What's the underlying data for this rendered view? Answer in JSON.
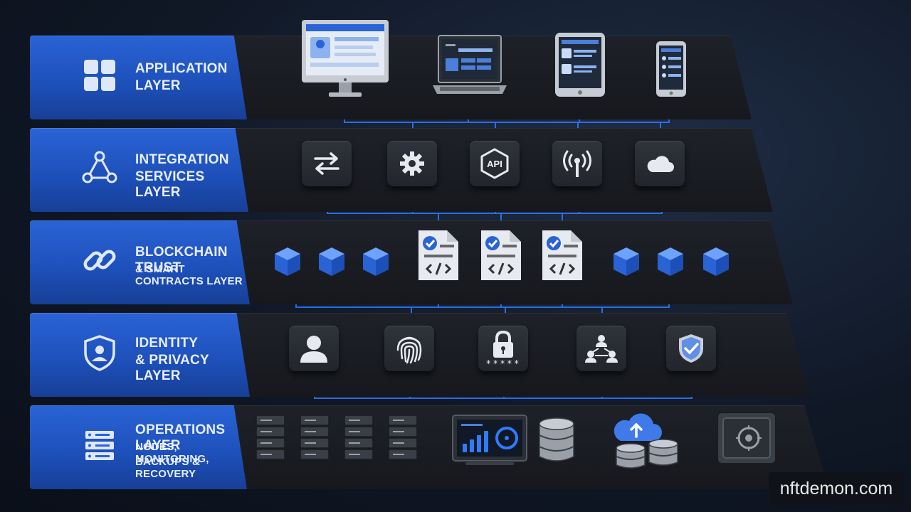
{
  "layers": [
    {
      "id": "application",
      "line1": "APPLICATION",
      "line2": "LAYER",
      "line3": ""
    },
    {
      "id": "integration",
      "line1": "INTEGRATION",
      "line2": "SERVICES LAYER",
      "line3": ""
    },
    {
      "id": "blockchain",
      "line1": "BLOCKCHAIN TRUST",
      "line2": "& SMART CONTRACTS LAYER",
      "line3": ""
    },
    {
      "id": "identity",
      "line1": "IDENTITY",
      "line2": "& PRIVACY LAYER",
      "line3": ""
    },
    {
      "id": "operations",
      "line1": "OPERATIONS LAYER",
      "line2": "NODES, MONITORING,",
      "line3": "BACKUPS & RECOVERY"
    }
  ],
  "api_label": "API",
  "password_mask": "*****",
  "watermark": "nftdemon.com",
  "colors": {
    "accent": "#2a63d6",
    "connector": "#2f7bff",
    "slab": "#1b1e24"
  },
  "icons": {
    "application": [
      "grid-icon",
      "desktop-monitor-icon",
      "laptop-icon",
      "tablet-icon",
      "smartphone-icon"
    ],
    "integration": [
      "network-nodes-icon",
      "transfer-arrows-icon",
      "gear-icon",
      "api-icon",
      "antenna-icon",
      "cloud-icon"
    ],
    "blockchain": [
      "chain-link-icon",
      "block-cube-icon",
      "smart-contract-icon"
    ],
    "identity": [
      "shield-user-icon",
      "user-icon",
      "fingerprint-icon",
      "lock-icon",
      "user-network-icon",
      "shield-check-icon"
    ],
    "operations": [
      "server-stack-icon",
      "server-rack-icon",
      "monitoring-dashboard-icon",
      "database-icon",
      "cloud-upload-icon",
      "vault-safe-icon"
    ]
  }
}
